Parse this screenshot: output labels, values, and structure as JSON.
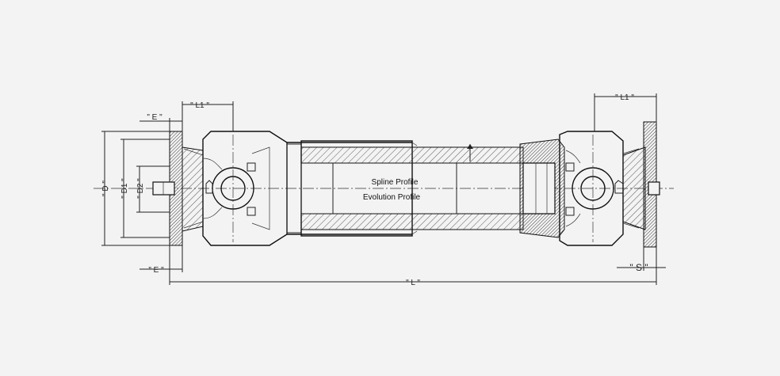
{
  "diagram": {
    "dimension_labels": {
      "E_top": "\" E \"",
      "E_bottom": "\" E \"",
      "L1_left": "\" L1 \"",
      "L1_right": "\" L1 \"",
      "D": "\" D \"",
      "D1": "\" D1 \"",
      "D2": "\" D2 \"",
      "L": "\" L \"",
      "S": "\" S \""
    },
    "profiles": {
      "spline": "Spline  Profile",
      "evolution": "Evolution  Profile"
    },
    "colors": {
      "background": "#f3f3f3",
      "line": "#222222"
    }
  }
}
